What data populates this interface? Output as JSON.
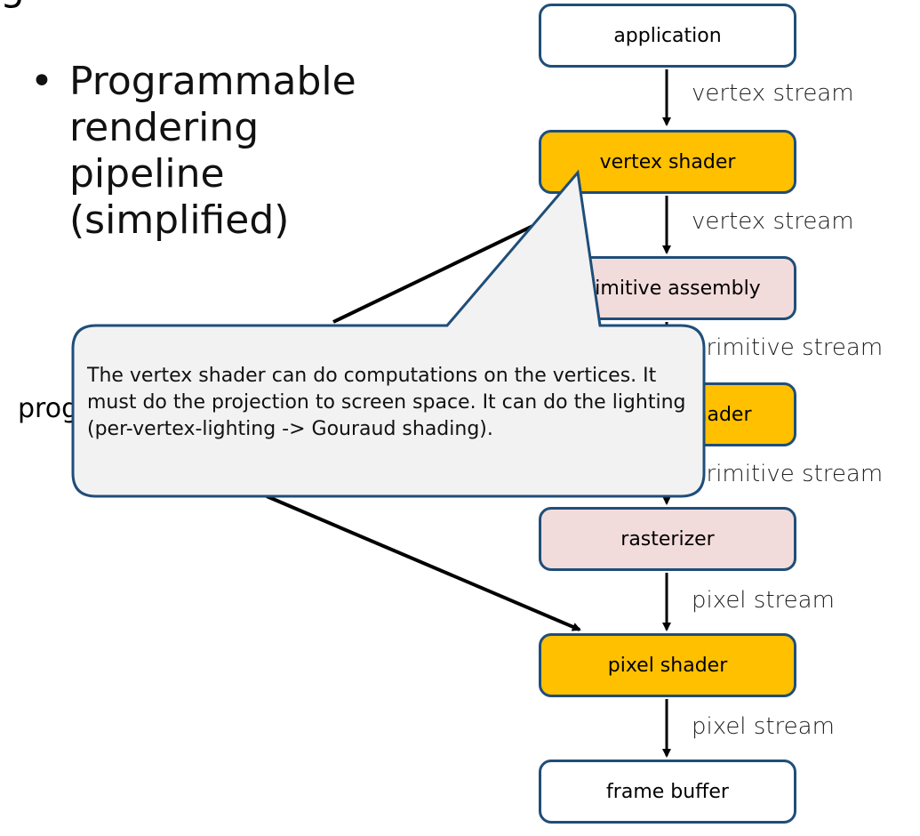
{
  "title_fragment": "g",
  "bullet": {
    "marker": "•",
    "text": "Programmable rendering pipeline (simplified)"
  },
  "side_label": "prog",
  "pipeline": {
    "stages": [
      {
        "label": "application",
        "kind": "plain"
      },
      {
        "label": "vertex shader",
        "kind": "shader"
      },
      {
        "label": "primitive assembly",
        "kind": "fixed"
      },
      {
        "label": "geometry shader",
        "kind": "shader"
      },
      {
        "label": "rasterizer",
        "kind": "fixed"
      },
      {
        "label": "pixel shader",
        "kind": "shader"
      },
      {
        "label": "frame buffer",
        "kind": "plain"
      }
    ],
    "streams": [
      "vertex stream",
      "vertex stream",
      "primitive stream",
      "primitive stream",
      "pixel stream",
      "pixel stream"
    ]
  },
  "callout": {
    "text": "The vertex shader can do computations on the vertices. It must do the projection to screen space. It can do the lighting (per-vertex-lighting -> Gouraud shading)."
  },
  "colors": {
    "shader_fill": "#ffc000",
    "fixed_fill": "#f2dcdb",
    "node_border": "#1f4e79",
    "callout_fill": "#f2f2f2",
    "callout_border": "#1f4e79"
  }
}
